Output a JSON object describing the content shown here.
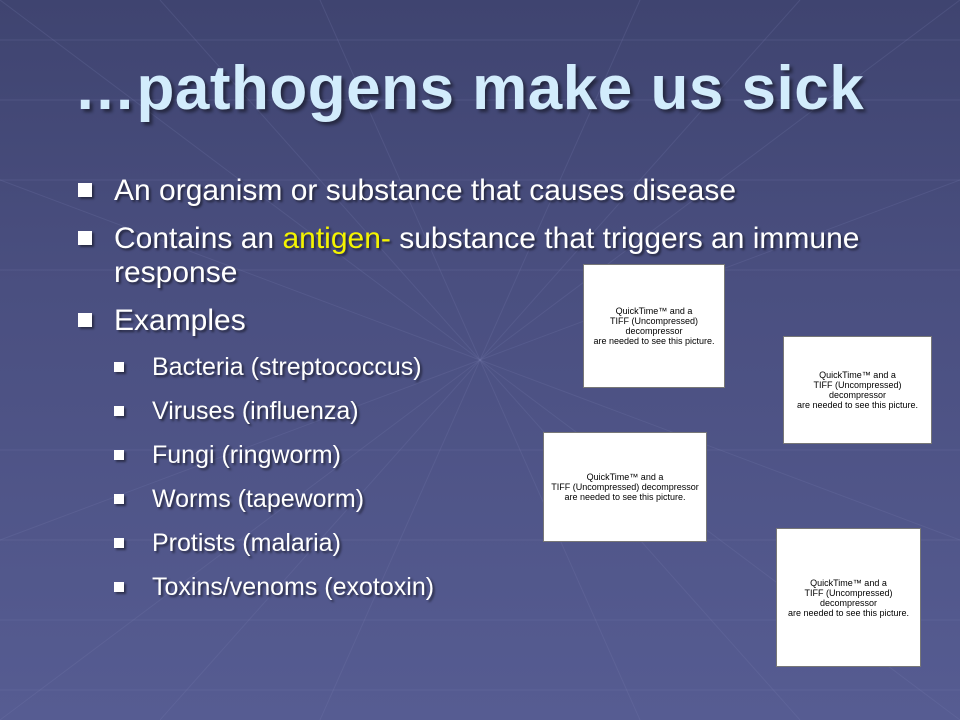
{
  "slide": {
    "title": "…pathogens make us sick",
    "bullets": [
      {
        "text": "An organism or substance that causes disease"
      },
      {
        "text_before": "Contains an ",
        "highlight": "antigen-",
        "text_after": " substance that triggers an immune response"
      },
      {
        "text": "Examples",
        "sub_items": [
          "Bacteria (streptococcus)",
          "Viruses (influenza)",
          "Fungi (ringworm)",
          "Worms (tapeworm)",
          "Protists (malaria)",
          "Toxins/venoms (exotoxin)"
        ]
      }
    ],
    "placeholder_images": [
      "QuickTime™ and a\nTIFF (Uncompressed) decompressor\nare needed to see this picture.",
      "QuickTime™ and a\nTIFF (Uncompressed) decompressor\nare needed to see this picture.",
      "QuickTime™ and a\nTIFF (Uncompressed) decompressor\nare needed to see this picture.",
      "QuickTime™ and a\nTIFF (Uncompressed) decompressor\nare needed to see this picture."
    ],
    "colors": {
      "title": "#d2ecfc",
      "body_text": "#ffffff",
      "highlight": "#f4f400",
      "background": "#4a4f80"
    }
  }
}
